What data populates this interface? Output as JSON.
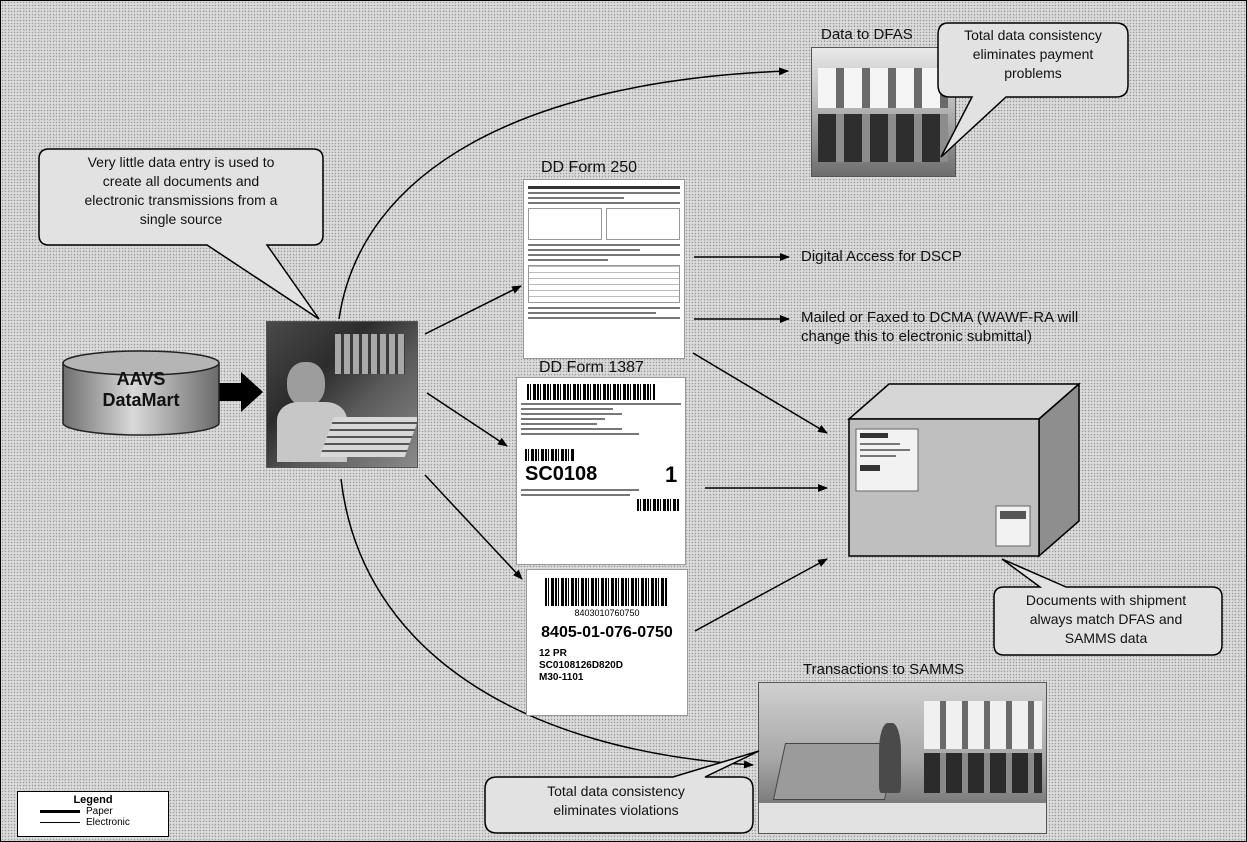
{
  "database": {
    "label_line1": "AAVS",
    "label_line2": "DataMart"
  },
  "callouts": {
    "data_entry": [
      "Very little data entry is used to",
      "create all documents and",
      "electronic transmissions from a",
      "single source"
    ],
    "payment": [
      "Total data consistency",
      "eliminates payment",
      "problems"
    ],
    "shipment": [
      "Documents with shipment",
      "always match DFAS and",
      "SAMMS data"
    ],
    "violations": [
      "Total data consistency",
      "eliminates violations"
    ]
  },
  "titles": {
    "dfas": "Data to DFAS",
    "form250": "DD Form 250",
    "form1387": "DD Form 1387",
    "samms": "Transactions to SAMMS"
  },
  "destinations": {
    "dscp": "Digital Access for DSCP",
    "dcma_line1": "Mailed or Faxed to DCMA (WAWF-RA will",
    "dcma_line2": "change this to electronic submittal)"
  },
  "label_1387": {
    "code": "SC0108",
    "quantity": "1"
  },
  "barcode_label": {
    "digits": "8403010760750",
    "nsn": "8405-01-076-0750",
    "line1": "12 PR",
    "line2": "SC0108126D820D",
    "line3": "M30-1101"
  },
  "legend": {
    "title": "Legend",
    "paper": "Paper",
    "electronic": "Electronic"
  }
}
